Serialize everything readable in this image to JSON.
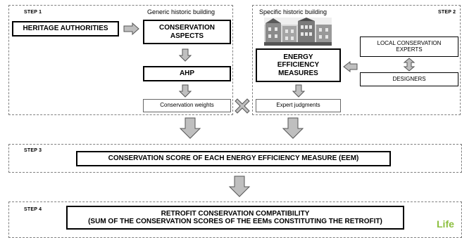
{
  "step1": {
    "label": "STEP 1",
    "caption": "Generic historic building",
    "heritage_authorities": "HERITAGE AUTHORITIES",
    "conservation_aspects": "CONSERVATION ASPECTS",
    "ahp": "AHP",
    "conservation_weights": "Conservation weights"
  },
  "step2": {
    "label": "STEP 2",
    "caption": "Specific historic building",
    "energy_efficiency_measures": "ENERGY EFFICIENCY MEASURES",
    "local_conservation_experts": "LOCAL CONSERVATION EXPERTS",
    "designers": "DESIGNERS",
    "expert_judgments": "Expert judgments"
  },
  "step3": {
    "label": "STEP 3",
    "score": "CONSERVATION SCORE OF EACH ENERGY EFFICIENCY MEASURE (EEM)"
  },
  "step4": {
    "label": "STEP 4",
    "line1": "RETROFIT CONSERVATION COMPATIBILITY",
    "line2": "(SUM OF THE CONSERVATION SCORES OF THE EEMs CONSTITUTING THE RETROFIT)"
  },
  "logo_text": "Life",
  "colors": {
    "arrow_fill": "#bfbfbf",
    "dash_border": "#808080",
    "logo": "#8cbf3f"
  },
  "icons": [
    "right-arrow-icon",
    "down-arrow-icon",
    "left-arrow-icon",
    "up-down-arrow-icon",
    "multiply-icon"
  ]
}
